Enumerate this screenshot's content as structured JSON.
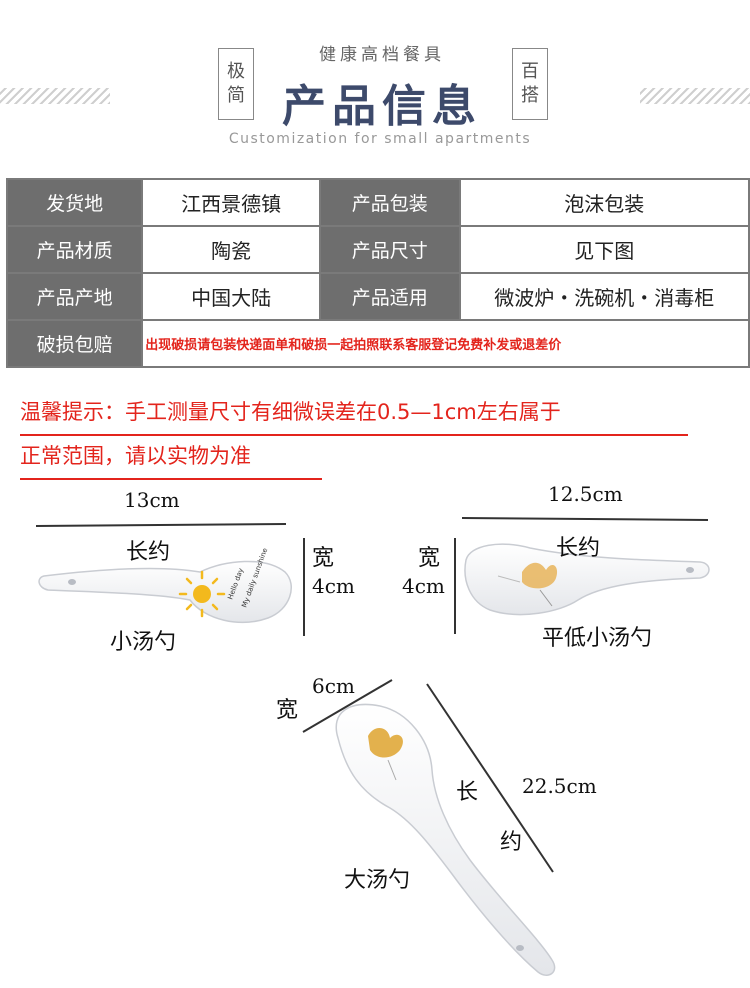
{
  "header": {
    "subtitle": "健康高档餐具",
    "title": "产品信息",
    "left_box": [
      "极",
      "简"
    ],
    "right_box": [
      "百",
      "搭"
    ],
    "caption": "Customization for small apartments"
  },
  "info_table": {
    "rows": [
      {
        "k1": "发货地",
        "v1": "江西景德镇",
        "k2": "产品包装",
        "v2": "泡沫包装"
      },
      {
        "k1": "产品材质",
        "v1": "陶瓷",
        "k2": "产品尺寸",
        "v2": "见下图"
      },
      {
        "k1": "产品产地",
        "v1": "中国大陆",
        "k2": "产品适用",
        "v2": "微波炉・洗碗机・消毒柜"
      }
    ],
    "damage": {
      "k": "破损包赔",
      "v": "出现破损请包装快递面单和破损一起拍照联系客服登记免费补发或退差价"
    }
  },
  "tip": {
    "line1": "温馨提示：手工测量尺寸有细微误差在0.5—1cm左右属于",
    "line2": "正常范围，请以实物为准"
  },
  "spoon_small": {
    "length": "13cm",
    "length_word": "长约",
    "width_word": "宽",
    "width": "4cm",
    "name": "小汤勺",
    "print": [
      "Hello day",
      "My daily sunshine"
    ]
  },
  "spoon_flat": {
    "length": "12.5cm",
    "length_word": "长约",
    "width_word": "宽",
    "width": "4cm",
    "name": "平低小汤勺"
  },
  "spoon_large": {
    "width": "6cm",
    "width_word": "宽",
    "length_char1": "长",
    "length_char2": "约",
    "length": "22.5cm",
    "name": "大汤勺"
  },
  "colors": {
    "accent_red": "#e3241c",
    "header_cell": "#6e6e6e",
    "title": "#3d4a6b"
  }
}
